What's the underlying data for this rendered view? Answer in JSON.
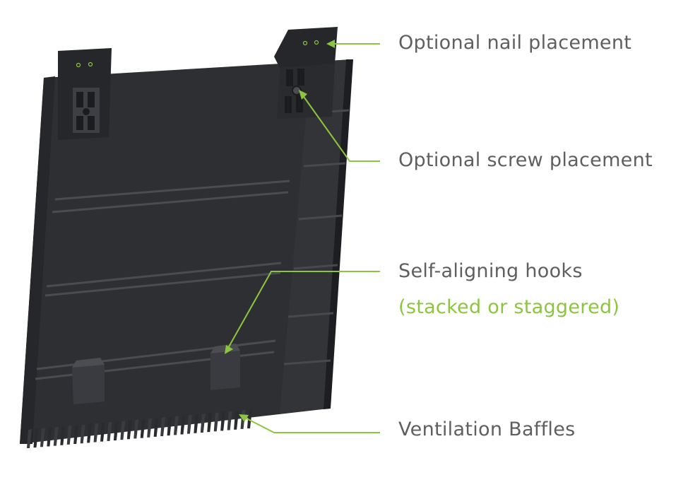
{
  "colors": {
    "label_text": "#5f5f5f",
    "accent": "#8cc63f",
    "tile_body": "#2d2e32",
    "tile_edge": "#1b1c1f",
    "tile_highlight": "#4b4d52"
  },
  "callouts": {
    "nail": "Optional nail placement",
    "screw": "Optional screw placement",
    "hooks": "Self-aligning hooks",
    "hooks_note": "(stacked or staggered)",
    "ventilation": "Ventilation Baffles"
  }
}
